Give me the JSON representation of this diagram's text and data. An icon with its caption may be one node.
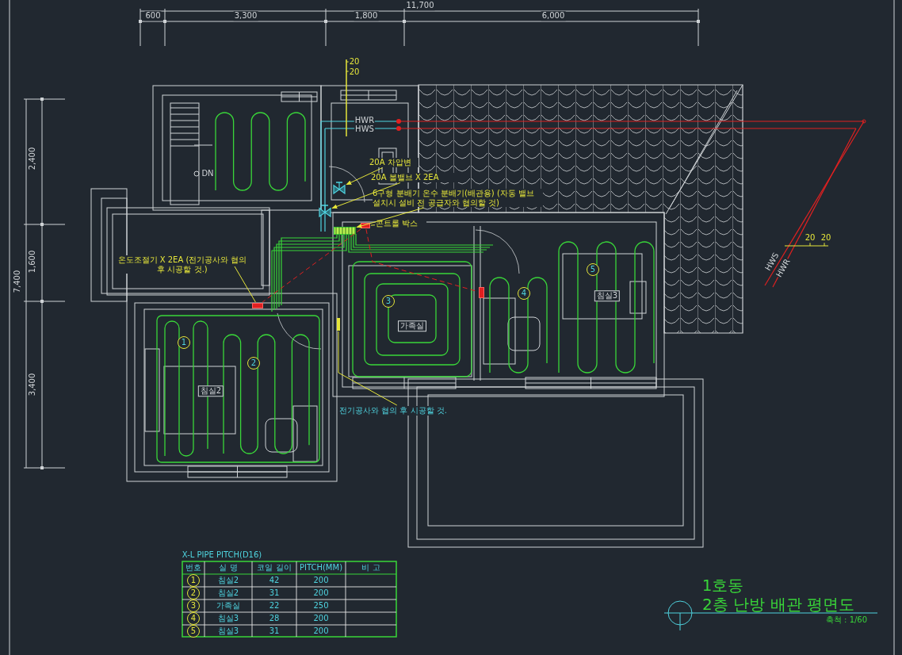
{
  "diagram": {
    "nodes": [
      {
        "text": [
          "20A 차압변"
        ]
      },
      {
        "text": [],
        "shape": "valve"
      },
      {
        "text": [
          "20A 볼밸브 X 2EA"
        ]
      },
      {
        "text": [],
        "shape": "valve"
      },
      {
        "text": [
          "6구형 분배기 온수 분배기(배관용) (자동 밸브 설치시 설비 전 공급자와 협의할 것)"
        ]
      },
      {
        "text": [],
        "shape": "box"
      },
      {
        "text": [
          "콘트롤 박스"
        ]
      },
      {
        "text": [],
        "shape": "box"
      },
      {
        "text": [
          "온도조절기 X 2EA (전기공사와 협의 후 시공할 것.)"
        ]
      },
      {
        "text": [],
        "shape": "box"
      },
      {
        "text": [],
        "shape": "box"
      },
      {
        "text": [
          "전기공사와 협의 후 시공할 것."
        ]
      },
      {
        "text": [],
        "shape": "bar"
      }
    ],
    "edges": [
      {
        "from": 0,
        "to": 1,
        "arrow": "to"
      },
      {
        "from": 2,
        "to": 3,
        "arrow": "to"
      },
      {
        "from": 4,
        "to": 5,
        "arrow": "to"
      },
      {
        "from": 6,
        "to": 7,
        "arrow": "none"
      },
      {
        "from": 8,
        "to": 9,
        "arrow": "none"
      },
      {
        "from": 7,
        "to": 9,
        "arrow": "none",
        "style": "dashed",
        "color": "#e02020"
      },
      {
        "from": 7,
        "to": 10,
        "arrow": "none",
        "style": "dashed",
        "color": "#e02020"
      },
      {
        "from": 11,
        "to": 12,
        "arrow": "none"
      }
    ],
    "labels": [
      "11,700",
      "600",
      "3,300",
      "1,800",
      "6,000",
      "20",
      "20",
      "HWR",
      "HWS",
      "2,400",
      "DN",
      "20",
      "20",
      "HWS",
      "HWR",
      "7,400",
      "1,600",
      "5",
      "4",
      "침실3",
      "3",
      "가족실",
      "1",
      "2",
      "3,400",
      "침실2",
      "X-L PIPE PITCH(D16)",
      "번호",
      "실 명",
      "코일 길이",
      "PITCH(MM)",
      "비 고",
      "1",
      "침실2",
      "42",
      "200",
      "2",
      "침실2",
      "31",
      "200",
      "3",
      "가족실",
      "22",
      "250",
      "4",
      "침실3",
      "28",
      "200",
      "5",
      "침실3",
      "31",
      "200",
      "1호동",
      "2층 난방 배관 평면도",
      "축척 : 1/60"
    ]
  }
}
